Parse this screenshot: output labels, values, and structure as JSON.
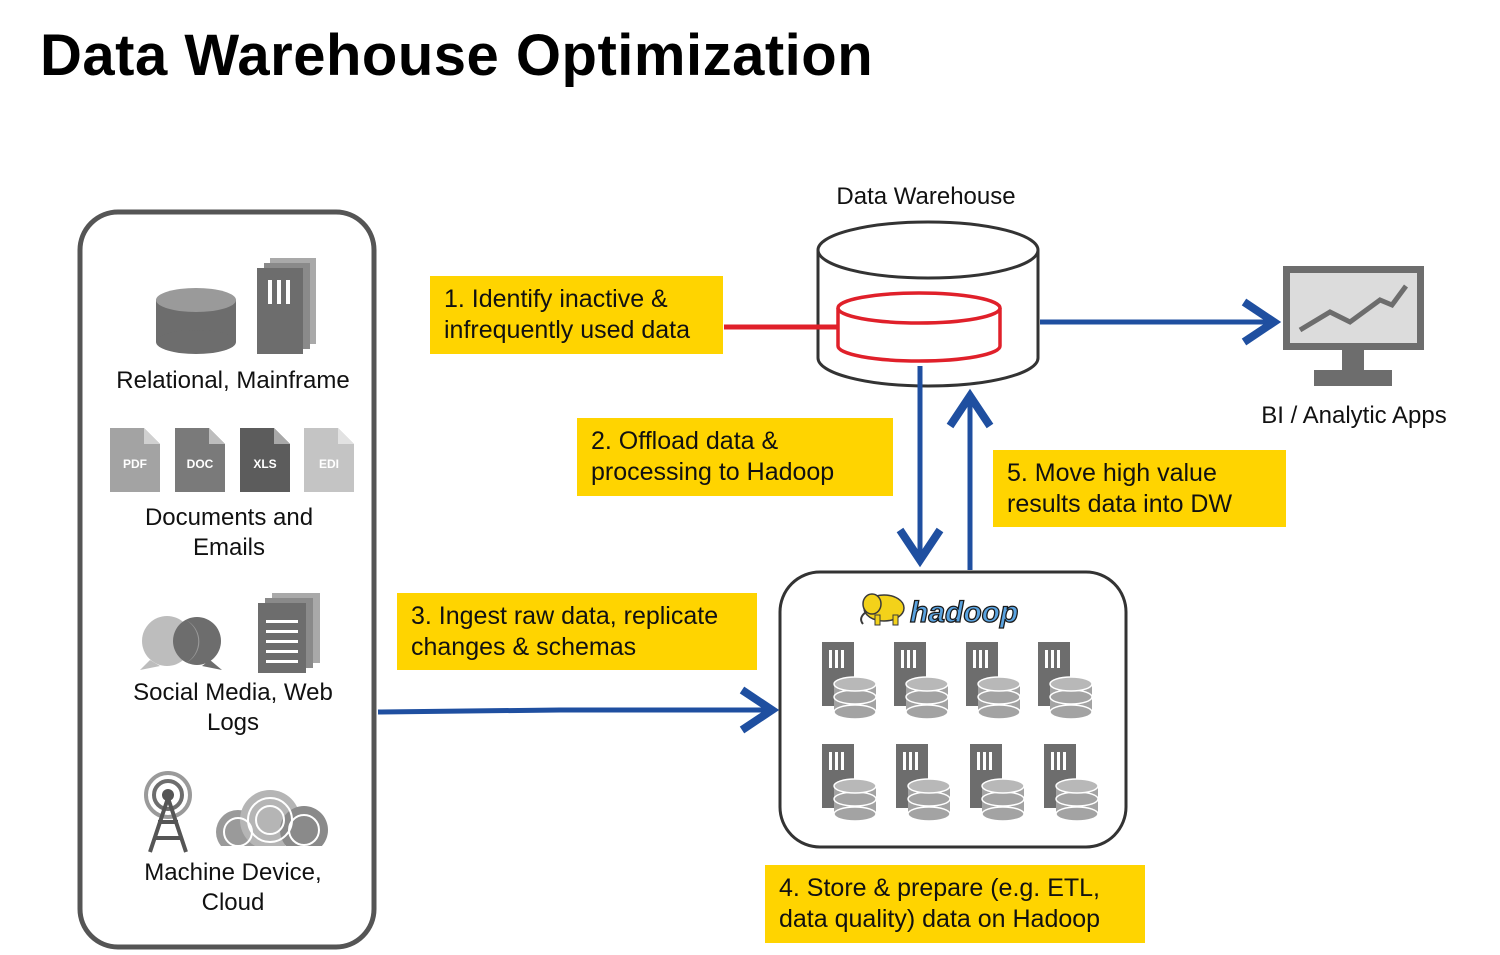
{
  "title": "Data Warehouse Optimization",
  "sources": {
    "relational": "Relational, Mainframe",
    "documents": "Documents and\nEmails",
    "social": "Social Media, Web\nLogs",
    "machine": "Machine Device,\nCloud",
    "file_types": [
      "PDF",
      "DOC",
      "XLS",
      "EDI"
    ]
  },
  "warehouse": {
    "label": "Data Warehouse"
  },
  "bi": {
    "label": "BI / Analytic Apps"
  },
  "hadoop": {
    "logo": "hadoop"
  },
  "steps": {
    "s1": "1.  Identify  inactive  &\ninfrequently  used data",
    "s2": "2.  Offload data &\nprocessing  to Hadoop",
    "s3": "3.  Ingest raw data, replicate\nchanges & schemas",
    "s4": "4.  Store & prepare (e.g. ETL,\ndata quality)  data on Hadoop",
    "s5": "5.  Move high value\nresults data into DW"
  },
  "colors": {
    "arrow": "#1f4fa0",
    "highlight": "#e0202a",
    "step_bg": "#ffd400",
    "icon_gray": "#6d6d6d"
  }
}
